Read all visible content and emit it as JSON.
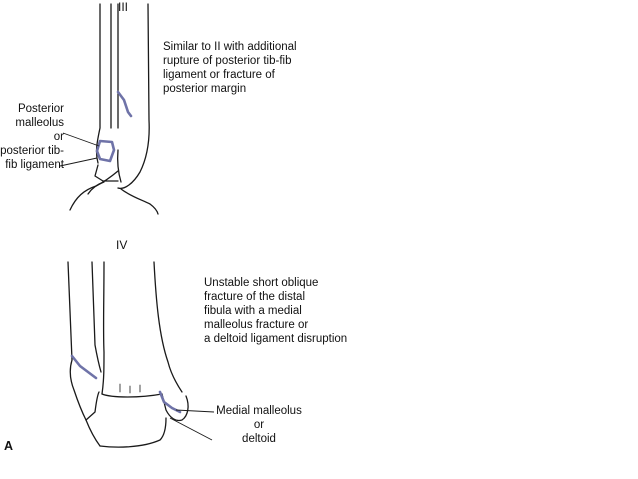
{
  "stage_III": {
    "label": "III",
    "description_lines": [
      "Similar to II with additional",
      "rupture of posterior tib-fib",
      "ligament or fracture of",
      "posterior margin"
    ],
    "callout_lines": [
      "Posterior",
      "malleolus",
      "or",
      "posterior tib-",
      "fib ligament"
    ]
  },
  "stage_IV": {
    "label": "IV",
    "description_lines": [
      "Unstable short oblique",
      "fracture of the distal",
      "fibula with a medial",
      "malleolus fracture or",
      "a deltoid ligament disruption"
    ],
    "callout_lines": [
      "Medial malleolus",
      "or",
      "deltoid"
    ]
  },
  "figure_letter": "A",
  "colors": {
    "line": "#1a1a1a",
    "injury_highlight": "#6f73a8",
    "background": "#ffffff"
  }
}
